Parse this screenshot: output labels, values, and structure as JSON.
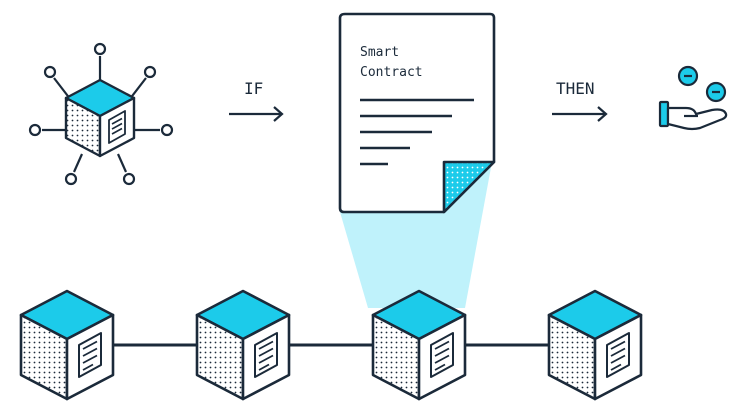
{
  "labels": {
    "if": "IF",
    "then": "THEN"
  },
  "contract": {
    "title_line1": "Smart",
    "title_line2": "Contract"
  },
  "colors": {
    "accent": "#1ccbea",
    "ink": "#1b2a3a",
    "beam": "#bff2fb",
    "paper": "#ffffff"
  },
  "icons": {
    "source": "oracle-cube-icon",
    "contract": "document-icon",
    "payout": "hand-coins-icon",
    "chain_block": "block-cube-icon"
  }
}
